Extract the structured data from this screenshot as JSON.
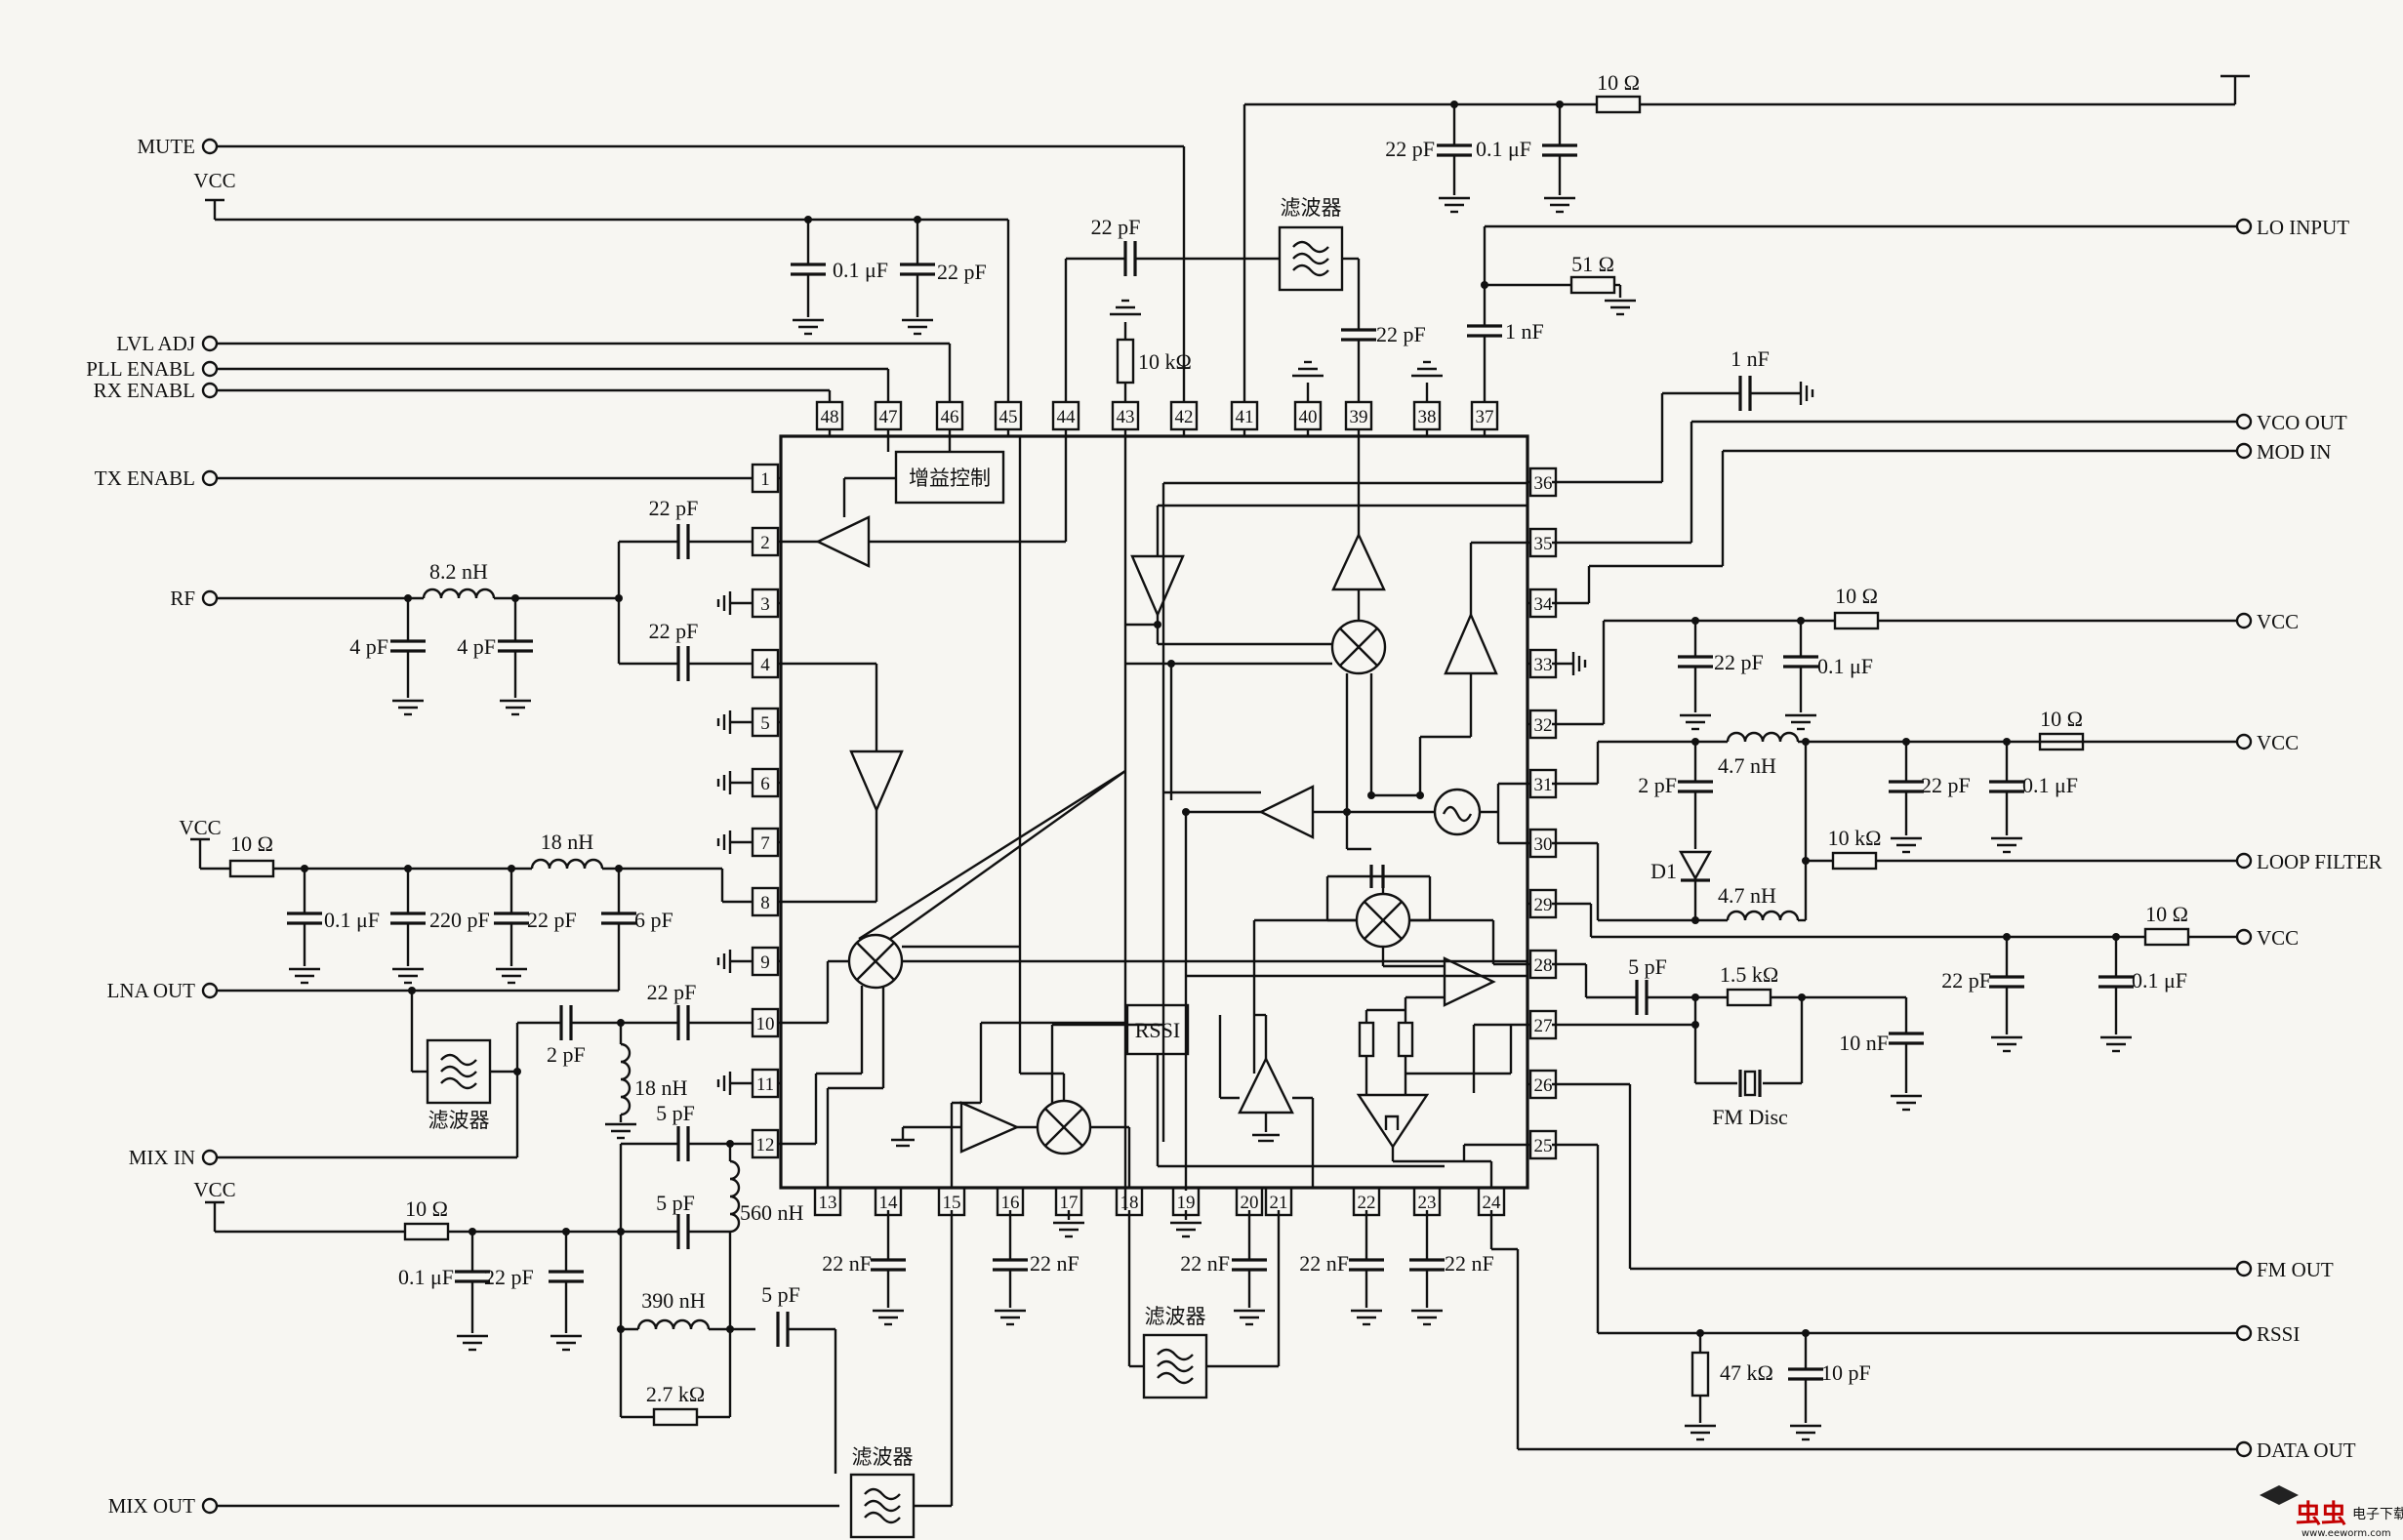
{
  "ext_labels": {
    "mute": "MUTE",
    "vcc_top": "VCC",
    "lvl_adj": "LVL ADJ",
    "pll_enabl": "PLL ENABL",
    "rx_enabl": "RX ENABL",
    "tx_enabl": "TX ENABL",
    "rf": "RF",
    "vcc_lna": "VCC",
    "lna_out": "LNA OUT",
    "mix_in": "MIX IN",
    "vcc_mix": "VCC",
    "mix_out": "MIX OUT",
    "lo_input": "LO INPUT",
    "vco_out": "VCO OUT",
    "mod_in": "MOD IN",
    "vcc_r1": "VCC",
    "vcc_r2": "VCC",
    "loop_filter": "LOOP FILTER",
    "vcc_r3": "VCC",
    "fm_out": "FM OUT",
    "rssi_out": "RSSI",
    "data_out": "DATA OUT"
  },
  "components": {
    "c_10ohm_top": "10 Ω",
    "c_22pf_top": "22 pF",
    "c_01uf_top": "0.1 μF",
    "c_01uf_vcc": "0.1 μF",
    "c_22pf_vcc": "22 pF",
    "c_22pf_44": "22 pF",
    "c_10k_43": "10 kΩ",
    "c_22pf_39": "22 pF",
    "c_1nf_37": "1 nF",
    "c_51ohm": "51 Ω",
    "c_1nf_36": "1 nF",
    "c_22pf_p2": "22 pF",
    "c_8n2": "8.2 nH",
    "c_4pf_a": "4 pF",
    "c_4pf_b": "4 pF",
    "c_22pf_p4": "22 pF",
    "c_10ohm_lna": "10 Ω",
    "c_18nh": "18 nH",
    "c_01uf_lna": "0.1 μF",
    "c_220pf": "220 pF",
    "c_22pf_lna": "22 pF",
    "c_6pf": "6 pF",
    "c_22pf_p10": "22 pF",
    "c_2pf": "2 pF",
    "c_18nh_b": "18 nH",
    "c_5pf_a": "5 pF",
    "c_5pf_b": "5 pF",
    "c_560nh": "560 nH",
    "c_10ohm_mix": "10 Ω",
    "c_01uf_mix": "0.1 μF",
    "c_22pf_mix": "22 pF",
    "c_390nh": "390 nH",
    "c_5pf_c": "5 pF",
    "c_2k7": "2.7 kΩ",
    "c_22nf_14": "22 nF",
    "c_22nf_16": "22 nF",
    "c_22nf_20": "22 nF",
    "c_22nf_22": "22 nF",
    "c_22nf_23": "22 nF",
    "c_10ohm_r1": "10 Ω",
    "c_22pf_r1": "22 pF",
    "c_01uf_r1": "0.1 μF",
    "c_2pf_r": "2 pF",
    "c_47nh_a": "4.7 nH",
    "c_d1": "D1",
    "c_47nh_b": "4.7 nH",
    "c_22pf_r2": "22 pF",
    "c_10ohm_r2": "10 Ω",
    "c_01uf_r2": "0.1 μF",
    "c_10k_loop": "10 kΩ",
    "c_10ohm_r3": "10 Ω",
    "c_22pf_r3": "22 pF",
    "c_01uf_r3": "0.1 μF",
    "c_5pf_28": "5 pF",
    "c_1k5": "1.5 kΩ",
    "c_10nf": "10 nF",
    "c_fmdisc": "FM Disc",
    "c_47k": "47 kΩ",
    "c_10pf": "10 pF"
  },
  "blocks": {
    "gain_control": "增益控制",
    "rssi": "RSSI",
    "filter": "滤波器"
  },
  "pins": {
    "top": [
      "48",
      "47",
      "46",
      "45",
      "44",
      "43",
      "42",
      "41",
      "40",
      "39",
      "38",
      "37"
    ],
    "left": [
      "1",
      "2",
      "3",
      "4",
      "5",
      "6",
      "7",
      "8",
      "9",
      "10",
      "11",
      "12"
    ],
    "right": [
      "36",
      "35",
      "34",
      "33",
      "32",
      "31",
      "30",
      "29",
      "28",
      "27",
      "26",
      "25"
    ],
    "bottom": [
      "13",
      "14",
      "15",
      "16",
      "17",
      "18",
      "19",
      "20",
      "21",
      "22",
      "23",
      "24"
    ]
  },
  "watermark": {
    "logo": "虫虫",
    "site": "电子下载站",
    "url": "www.eeworm.com"
  }
}
